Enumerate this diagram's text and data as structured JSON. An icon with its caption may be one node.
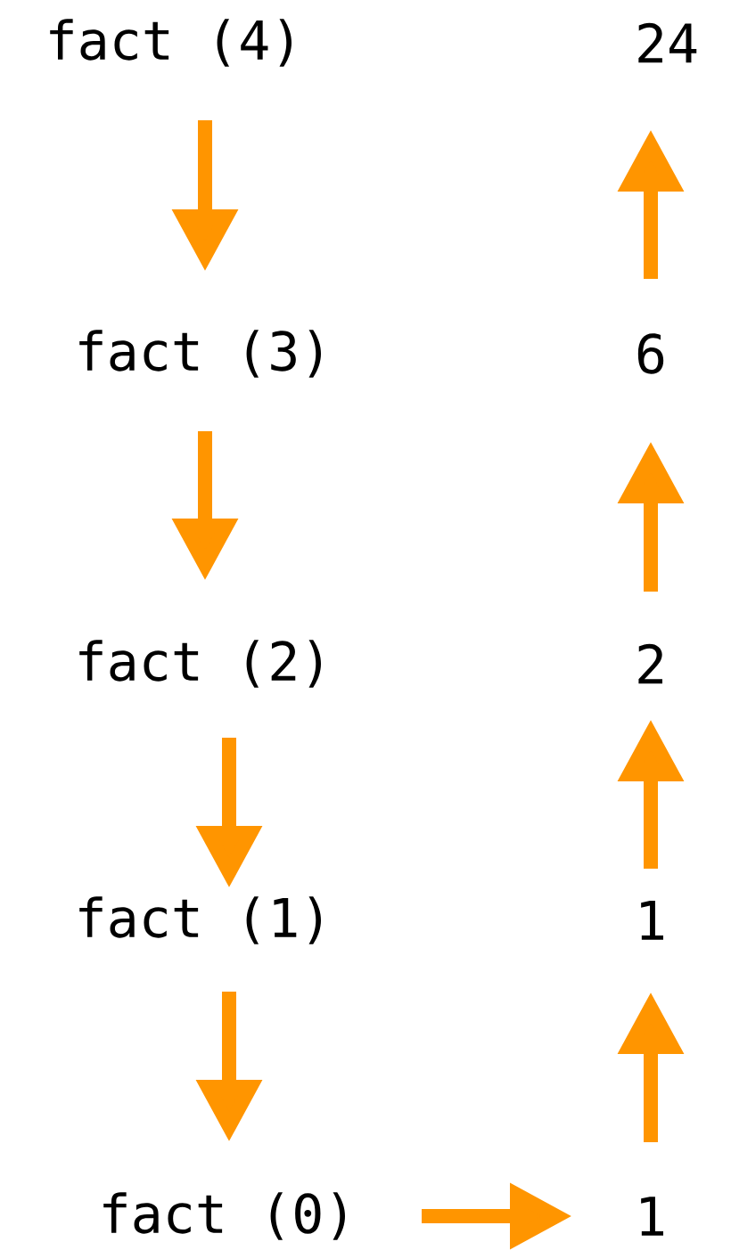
{
  "diagram": {
    "nodes": [
      {
        "text": [
          "fact (4)"
        ]
      },
      {
        "text": [
          "24"
        ]
      },
      {
        "text": [
          "fact (3)"
        ]
      },
      {
        "text": [
          "6"
        ]
      },
      {
        "text": [
          "fact (2)"
        ]
      },
      {
        "text": [
          "2"
        ]
      },
      {
        "text": [
          "fact (1)"
        ]
      },
      {
        "text": [
          "1"
        ]
      },
      {
        "text": [
          "fact (0)"
        ]
      },
      {
        "text": [
          "1"
        ]
      }
    ],
    "edges": [
      {
        "from": 0,
        "to": 2,
        "arrow": "to"
      },
      {
        "from": 2,
        "to": 4,
        "arrow": "to"
      },
      {
        "from": 4,
        "to": 6,
        "arrow": "to"
      },
      {
        "from": 6,
        "to": 8,
        "arrow": "to"
      },
      {
        "from": 8,
        "to": 9,
        "arrow": "to"
      },
      {
        "from": 9,
        "to": 7,
        "arrow": "to"
      },
      {
        "from": 7,
        "to": 5,
        "arrow": "to"
      },
      {
        "from": 5,
        "to": 3,
        "arrow": "to"
      },
      {
        "from": 3,
        "to": 1,
        "arrow": "to"
      }
    ]
  }
}
